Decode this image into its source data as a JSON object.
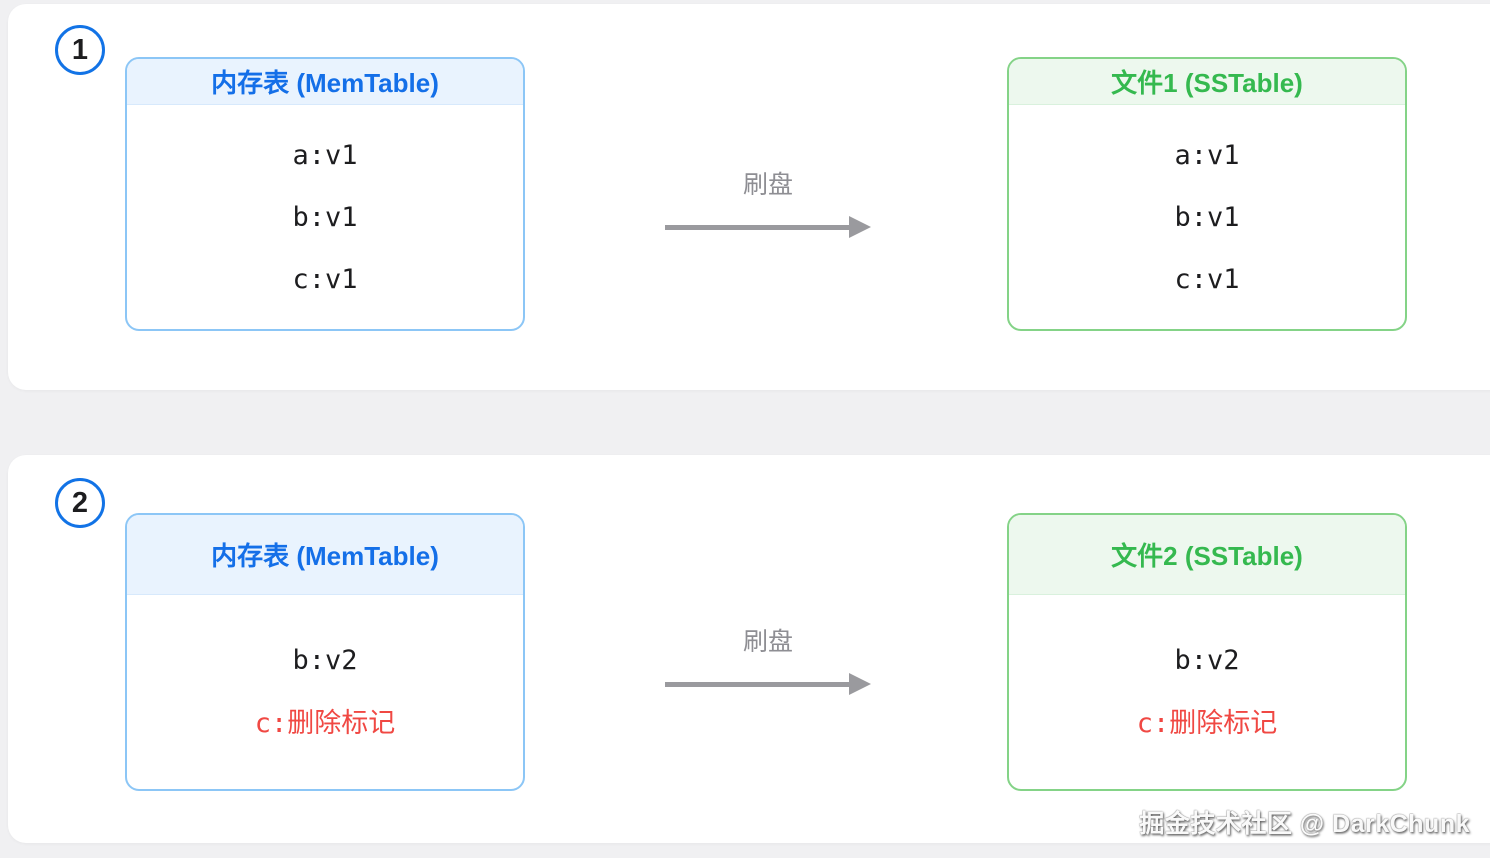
{
  "flush_label": "刷盘",
  "watermark": "掘金技术社区 @ DarkChunk",
  "colors": {
    "page_bg": "#f0f0f2",
    "card_bg": "#ffffff",
    "blue_border": "#8cc6f6",
    "blue_header_bg": "#e9f3fe",
    "blue_title": "#146fe8",
    "green_border": "#84d387",
    "green_header_bg": "#edf8ee",
    "green_title": "#35b94f",
    "badge_border": "#1273e6",
    "entry_text": "#1d1d1f",
    "red_text": "#f04843",
    "arrow_gray": "#9a9a9e",
    "label_gray": "#8e8e93"
  },
  "panels": [
    {
      "step": "1",
      "memtable": {
        "title": "内存表 (MemTable)",
        "entries": [
          {
            "text": "a:v1"
          },
          {
            "text": "b:v1"
          },
          {
            "text": "c:v1"
          }
        ]
      },
      "sstable": {
        "title": "文件1 (SSTable)",
        "entries": [
          {
            "text": "a:v1"
          },
          {
            "text": "b:v1"
          },
          {
            "text": "c:v1"
          }
        ]
      }
    },
    {
      "step": "2",
      "memtable": {
        "title": "内存表 (MemTable)",
        "entries": [
          {
            "text": "b:v2"
          },
          {
            "key": "c:",
            "label": "删除标记",
            "deleted": true
          }
        ]
      },
      "sstable": {
        "title": "文件2 (SSTable)",
        "entries": [
          {
            "text": "b:v2"
          },
          {
            "key": "c:",
            "label": "删除标记",
            "deleted": true
          }
        ]
      }
    }
  ]
}
